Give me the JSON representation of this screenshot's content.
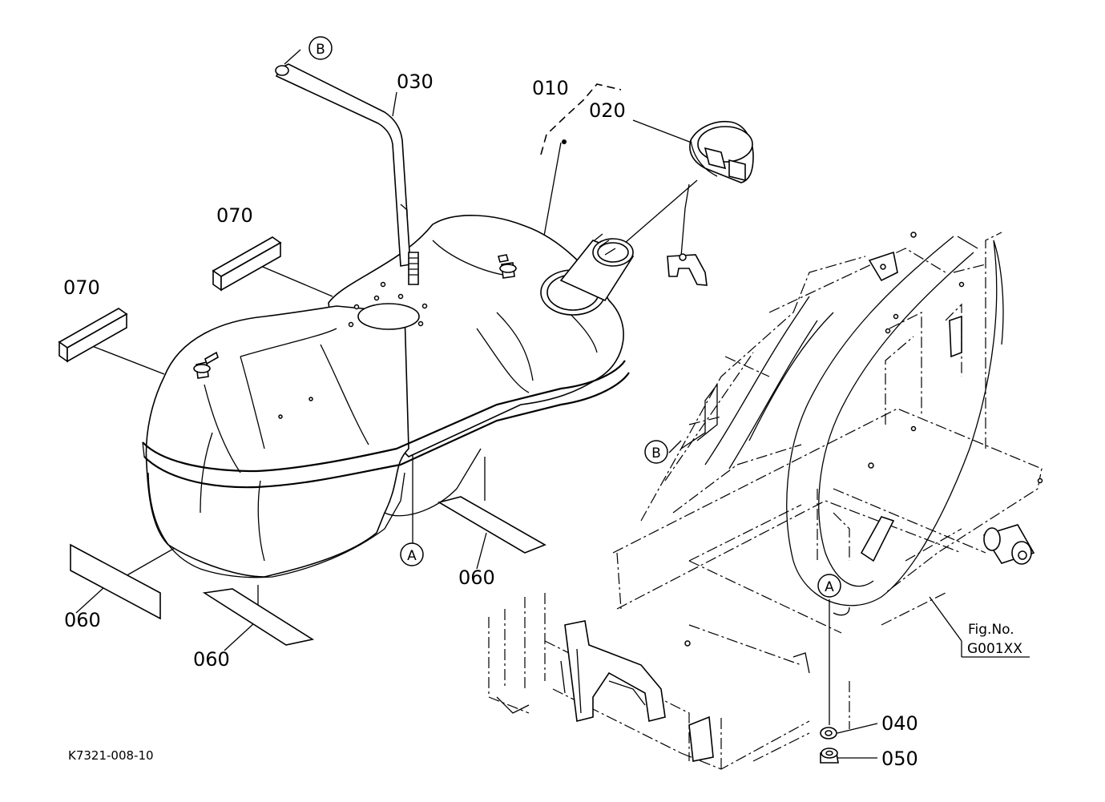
{
  "callouts": {
    "p010": "010",
    "p020": "020",
    "p030": "030",
    "p040": "040",
    "p050": "050",
    "p060_a": "060",
    "p060_b": "060",
    "p060_c": "060",
    "p070_a": "070",
    "p070_b": "070"
  },
  "refs": {
    "b_top": "B",
    "b_frame": "B",
    "a_tank": "A",
    "a_frame": "A"
  },
  "figure_ref": {
    "label": "Fig.No.",
    "code": "G001XX"
  },
  "drawing_code": "K7321-008-10"
}
